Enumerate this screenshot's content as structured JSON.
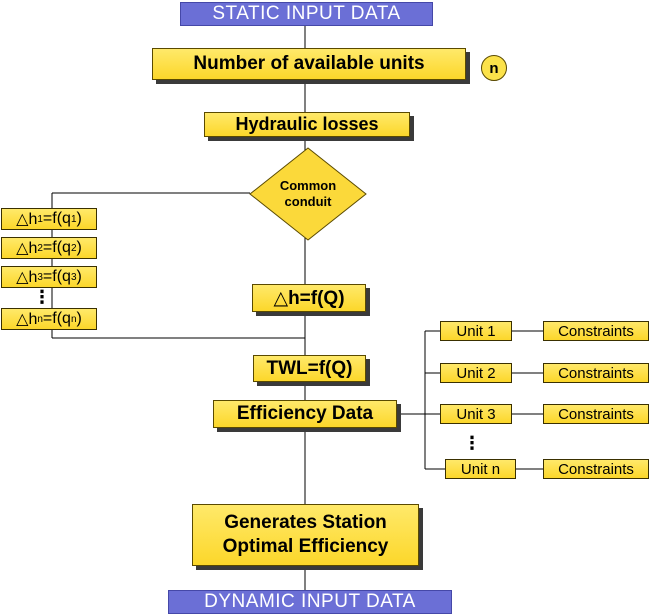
{
  "static_input": "STATIC INPUT DATA",
  "dynamic_input": "DYNAMIC INPUT DATA",
  "num_units": "Number of available units",
  "n_badge": "n",
  "hydraulic_losses": "Hydraulic losses",
  "common_conduit_l1": "Common",
  "common_conduit_l2": "conduit",
  "dh_Q": "△h=f(Q)",
  "twl": "TWL=f(Q)",
  "efficiency": "Efficiency Data",
  "generates_l1": "Generates Station",
  "generates_l2": "Optimal Efficiency",
  "losses": [
    {
      "sym": "△h",
      "sub": "1",
      "mid": "=f(q",
      "sub2": "1",
      "end": ")"
    },
    {
      "sym": "△h",
      "sub": "2",
      "mid": "=f(q",
      "sub2": "2",
      "end": ")"
    },
    {
      "sym": "△h",
      "sub": "3",
      "mid": "=f(q",
      "sub2": "3",
      "end": ")"
    },
    {
      "sym": "△h",
      "sub": "n",
      "mid": "=f(q",
      "sub2": "n",
      "end": ")"
    }
  ],
  "units": [
    "Unit 1",
    "Unit 2",
    "Unit 3",
    "Unit n"
  ],
  "constraints": [
    "Constraints",
    "Constraints",
    "Constraints",
    "Constraints"
  ],
  "vdots": "⋮",
  "colors": {
    "yellow": "#fce24a",
    "purple": "#6b6fd6",
    "shadow": "#3a3a3a"
  }
}
